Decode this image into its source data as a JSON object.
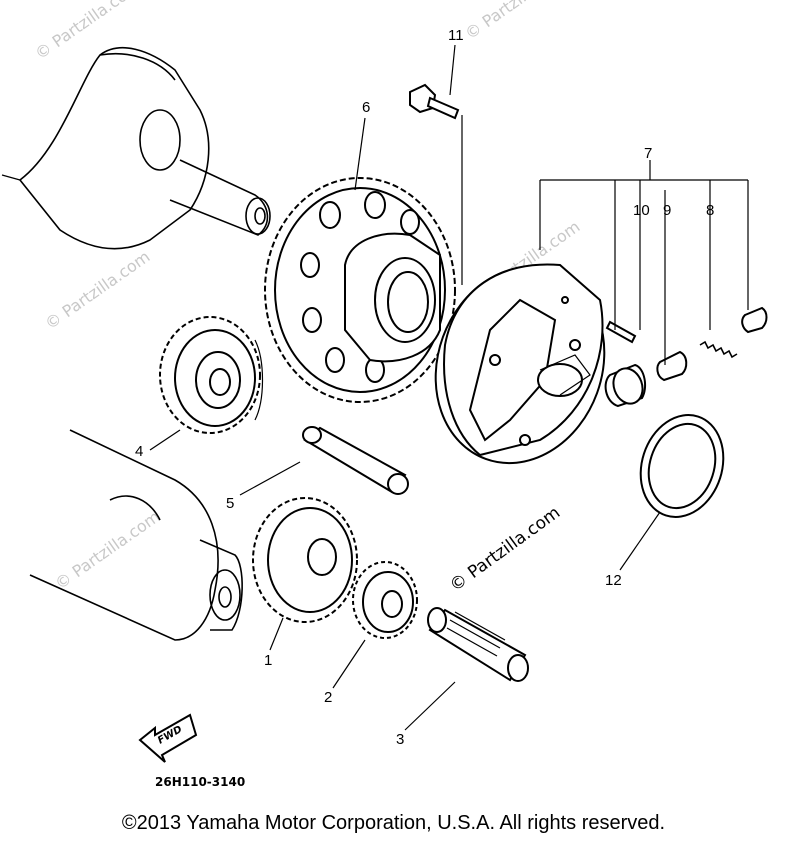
{
  "watermarks": [
    "© Partzilla.com",
    "© Partzilla.com",
    "© Partzilla.com",
    "© Partzilla.com",
    "© Partzilla.com"
  ],
  "watermark_center": "© Partzilla.com",
  "callouts": {
    "p1": "1",
    "p2": "2",
    "p3": "3",
    "p4": "4",
    "p5": "5",
    "p6": "6",
    "p7": "7",
    "p8": "8",
    "p9": "9",
    "p10": "10",
    "p11": "11",
    "p12": "12"
  },
  "fwd_label": "FWD",
  "diagram_code": "26H110-3140",
  "copyright": "©2013 Yamaha Motor Corporation, U.S.A. All rights reserved."
}
